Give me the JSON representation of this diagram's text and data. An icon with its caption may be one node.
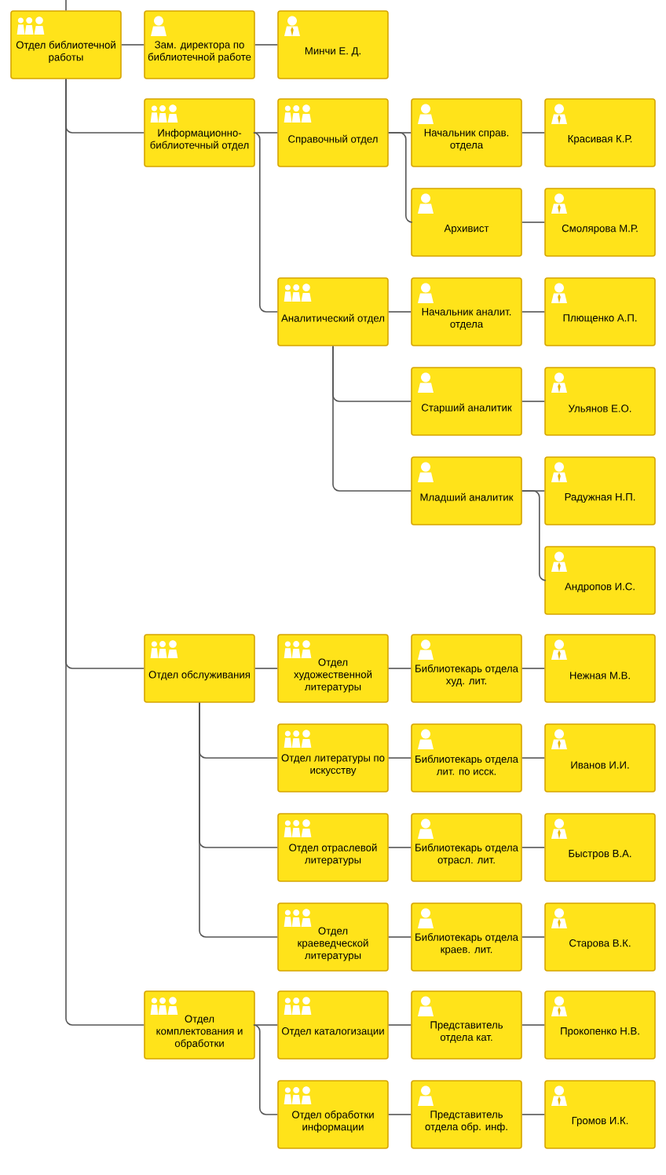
{
  "diagram": {
    "nodes": [
      {
        "text": [
          "Отдел библиотечной работы"
        ]
      },
      {
        "text": [
          "Зам. директора по библиотечной работе"
        ]
      },
      {
        "text": [
          "Минчи Е. Д."
        ]
      },
      {
        "text": [
          "Информационно-библиотечный отдел"
        ]
      },
      {
        "text": [
          "Справочный отдел"
        ]
      },
      {
        "text": [
          "Начальник справ. отдела"
        ]
      },
      {
        "text": [
          "Красивая К.Р."
        ]
      },
      {
        "text": [
          "Архивист"
        ]
      },
      {
        "text": [
          "Смолярова М.Р."
        ]
      },
      {
        "text": [
          "Аналитический отдел"
        ]
      },
      {
        "text": [
          "Начальник аналит. отдела"
        ]
      },
      {
        "text": [
          "Плющенко А.П."
        ]
      },
      {
        "text": [
          "Старший аналитик"
        ]
      },
      {
        "text": [
          "Ульянов Е.О."
        ]
      },
      {
        "text": [
          "Младший аналитик"
        ]
      },
      {
        "text": [
          "Радужная Н.П."
        ]
      },
      {
        "text": [
          "Андропов И.С."
        ]
      },
      {
        "text": [
          "Отдел обслуживания"
        ]
      },
      {
        "text": [
          "Отдел художественной литературы"
        ]
      },
      {
        "text": [
          "Библиотекарь отдела худ. лит."
        ]
      },
      {
        "text": [
          "Нежная М.В."
        ]
      },
      {
        "text": [
          "Отдел литературы по искусству"
        ]
      },
      {
        "text": [
          "Библиотекарь отдела лит. по исск."
        ]
      },
      {
        "text": [
          "Иванов И.И."
        ]
      },
      {
        "text": [
          "Отдел отраслевой литературы"
        ]
      },
      {
        "text": [
          "Библиотекарь отдела отрасл. лит."
        ]
      },
      {
        "text": [
          "Быстров В.А."
        ]
      },
      {
        "text": [
          "Отдел краеведческой литературы"
        ]
      },
      {
        "text": [
          "Библиотекарь отдела краев. лит."
        ]
      },
      {
        "text": [
          "Старова В.К."
        ]
      },
      {
        "text": [
          "Отдел комплектования и обработки"
        ]
      },
      {
        "text": [
          "Отдел каталогизации"
        ]
      },
      {
        "text": [
          "Представитель отдела кат."
        ]
      },
      {
        "text": [
          "Прокопенко Н.В."
        ]
      },
      {
        "text": [
          "Отдел обработки информации"
        ]
      },
      {
        "text": [
          "Представитель отдела обр. инф."
        ]
      },
      {
        "text": [
          "Громов И.К."
        ]
      }
    ],
    "edges": [
      {
        "from": null,
        "to": 0,
        "arrow": "none"
      },
      {
        "from": 0,
        "to": 1,
        "arrow": "none"
      },
      {
        "from": 1,
        "to": 2,
        "arrow": "none"
      },
      {
        "from": 0,
        "to": 3,
        "arrow": "none"
      },
      {
        "from": 3,
        "to": 4,
        "arrow": "none"
      },
      {
        "from": 4,
        "to": 5,
        "arrow": "none"
      },
      {
        "from": 5,
        "to": 6,
        "arrow": "none"
      },
      {
        "from": 4,
        "to": 7,
        "arrow": "none"
      },
      {
        "from": 7,
        "to": 8,
        "arrow": "none"
      },
      {
        "from": 3,
        "to": 9,
        "arrow": "none"
      },
      {
        "from": 9,
        "to": 10,
        "arrow": "none"
      },
      {
        "from": 10,
        "to": 11,
        "arrow": "none"
      },
      {
        "from": 9,
        "to": 12,
        "arrow": "none"
      },
      {
        "from": 12,
        "to": 13,
        "arrow": "none"
      },
      {
        "from": 9,
        "to": 14,
        "arrow": "none"
      },
      {
        "from": 14,
        "to": 15,
        "arrow": "none"
      },
      {
        "from": 14,
        "to": 16,
        "arrow": "none"
      },
      {
        "from": 0,
        "to": 17,
        "arrow": "none"
      },
      {
        "from": 17,
        "to": 18,
        "arrow": "none"
      },
      {
        "from": 18,
        "to": 19,
        "arrow": "none"
      },
      {
        "from": 19,
        "to": 20,
        "arrow": "none"
      },
      {
        "from": 17,
        "to": 21,
        "arrow": "none"
      },
      {
        "from": 21,
        "to": 22,
        "arrow": "none"
      },
      {
        "from": 22,
        "to": 23,
        "arrow": "none"
      },
      {
        "from": 17,
        "to": 24,
        "arrow": "none"
      },
      {
        "from": 24,
        "to": 25,
        "arrow": "none"
      },
      {
        "from": 25,
        "to": 26,
        "arrow": "none"
      },
      {
        "from": 17,
        "to": 27,
        "arrow": "none"
      },
      {
        "from": 27,
        "to": 28,
        "arrow": "none"
      },
      {
        "from": 28,
        "to": 29,
        "arrow": "none"
      },
      {
        "from": 0,
        "to": 30,
        "arrow": "none"
      },
      {
        "from": 30,
        "to": 31,
        "arrow": "none"
      },
      {
        "from": 31,
        "to": 32,
        "arrow": "none"
      },
      {
        "from": 32,
        "to": 33,
        "arrow": "none"
      },
      {
        "from": 30,
        "to": 34,
        "arrow": "none"
      },
      {
        "from": 34,
        "to": 35,
        "arrow": "none"
      },
      {
        "from": 35,
        "to": 36,
        "arrow": "none"
      }
    ]
  }
}
